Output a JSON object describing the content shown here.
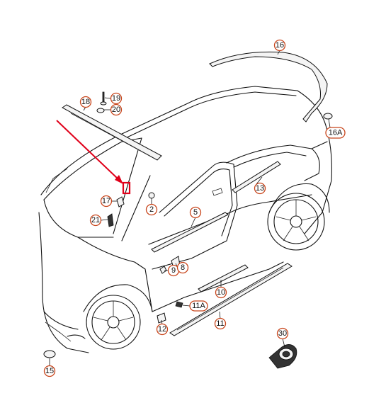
{
  "diagram": {
    "accent_color": "#e0001a",
    "callout_color": "#c8441a",
    "callouts": [
      {
        "id": "c16",
        "label": "16"
      },
      {
        "id": "c16a",
        "label": "16A"
      },
      {
        "id": "c18",
        "label": "18"
      },
      {
        "id": "c19",
        "label": "19"
      },
      {
        "id": "c20",
        "label": "20"
      },
      {
        "id": "c17",
        "label": "17"
      },
      {
        "id": "c21",
        "label": "21"
      },
      {
        "id": "c2",
        "label": "2"
      },
      {
        "id": "c5",
        "label": "5"
      },
      {
        "id": "c13",
        "label": "13"
      },
      {
        "id": "c9",
        "label": "9"
      },
      {
        "id": "c8",
        "label": "8"
      },
      {
        "id": "c10",
        "label": "10"
      },
      {
        "id": "c11a",
        "label": "11A"
      },
      {
        "id": "c11",
        "label": "11"
      },
      {
        "id": "c12",
        "label": "12"
      },
      {
        "id": "c15",
        "label": "15"
      },
      {
        "id": "c30",
        "label": "30"
      }
    ]
  }
}
